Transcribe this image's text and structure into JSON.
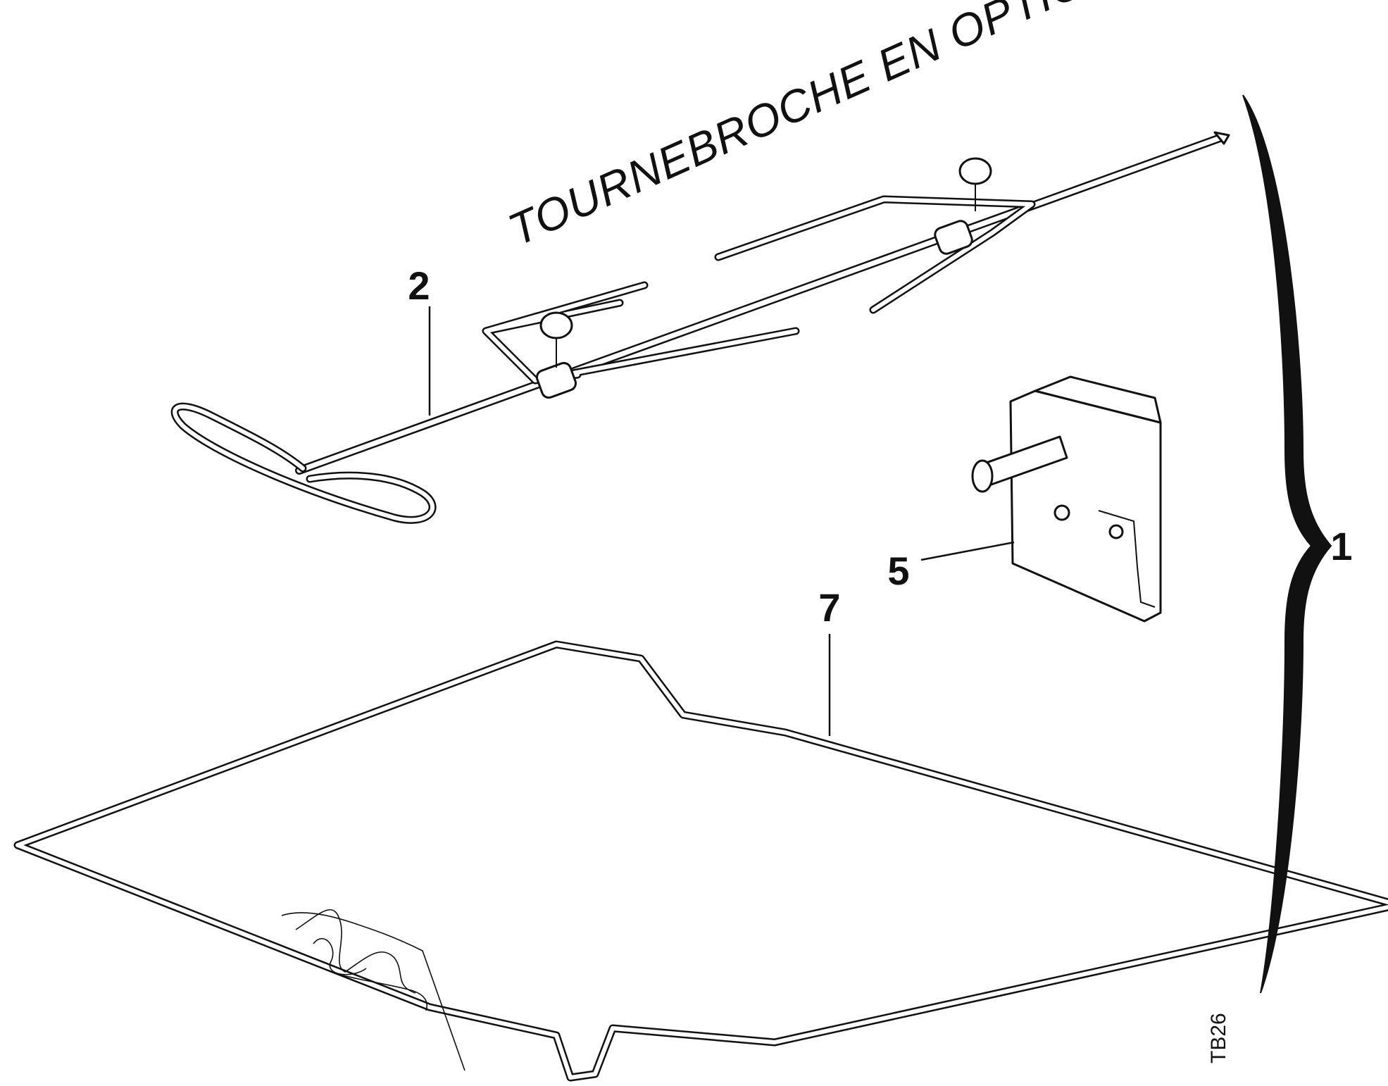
{
  "title": "TOURNEBROCHE EN OPTION",
  "callouts": {
    "assembly": "1",
    "spit": "2",
    "motor": "5",
    "element": "7"
  },
  "drawing_code": "TB26"
}
